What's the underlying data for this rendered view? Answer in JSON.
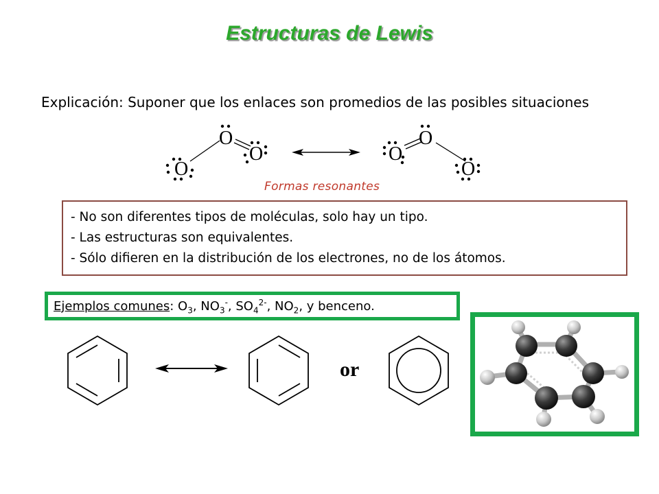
{
  "slide": {
    "title": "Estructuras de Lewis",
    "explanation": "Explicación: Suponer que los enlaces son promedios de las posibles situaciones",
    "resonance_caption": "Formas resonantes",
    "atom_symbol": "O",
    "bullets": [
      "- No son diferentes tipos de moléculas, solo hay un tipo.",
      "- Las estructuras son equivalentes.",
      "- Sólo difieren en la distribución de los electrones, no de los átomos."
    ],
    "examples": {
      "label": "Ejemplos comunes",
      "sep": ": ",
      "o3": "O",
      "o3_sub": "3",
      "no3": "NO",
      "no3_sub": "3",
      "no3_sup": "-",
      "so4": "SO",
      "so4_sub": "4",
      "so4_sup": "2-",
      "no2": "NO",
      "no2_sub": "2",
      "tail": ", y benceno.",
      "comma": ", "
    },
    "or_word": "or"
  },
  "colors": {
    "title": "#2ca82c",
    "resonance_caption": "#c0392b",
    "bullet_box_border": "#8b4a42",
    "green_frame": "#1aa84a"
  }
}
